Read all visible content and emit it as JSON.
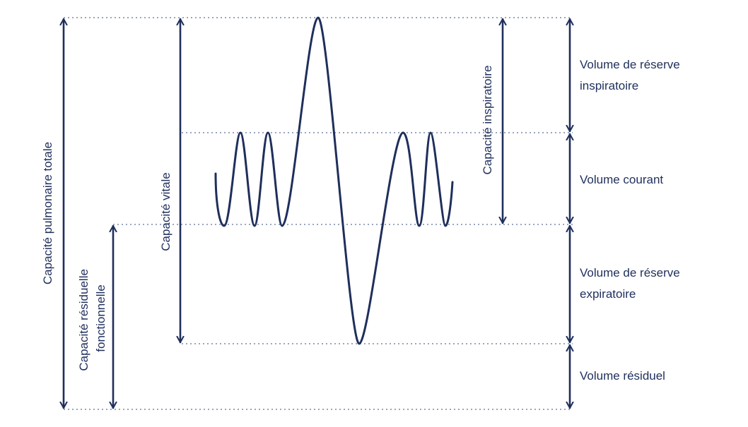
{
  "volumes": {
    "irv": [
      "Volume de réserve",
      "inspiratoire"
    ],
    "tidal": "Volume courant",
    "erv": [
      "Volume de réserve",
      "expiratoire"
    ],
    "residual": "Volume résiduel"
  },
  "capacities": {
    "total": "Capacité pulmonaire totale",
    "vital": "Capacité vitale",
    "inspiratory": "Capacité inspiratoire",
    "frc": [
      "Capacité résiduelle",
      "fonctionnelle"
    ]
  },
  "colors": {
    "ink": "#1f2f5c",
    "guide": "#9aa6bf"
  }
}
